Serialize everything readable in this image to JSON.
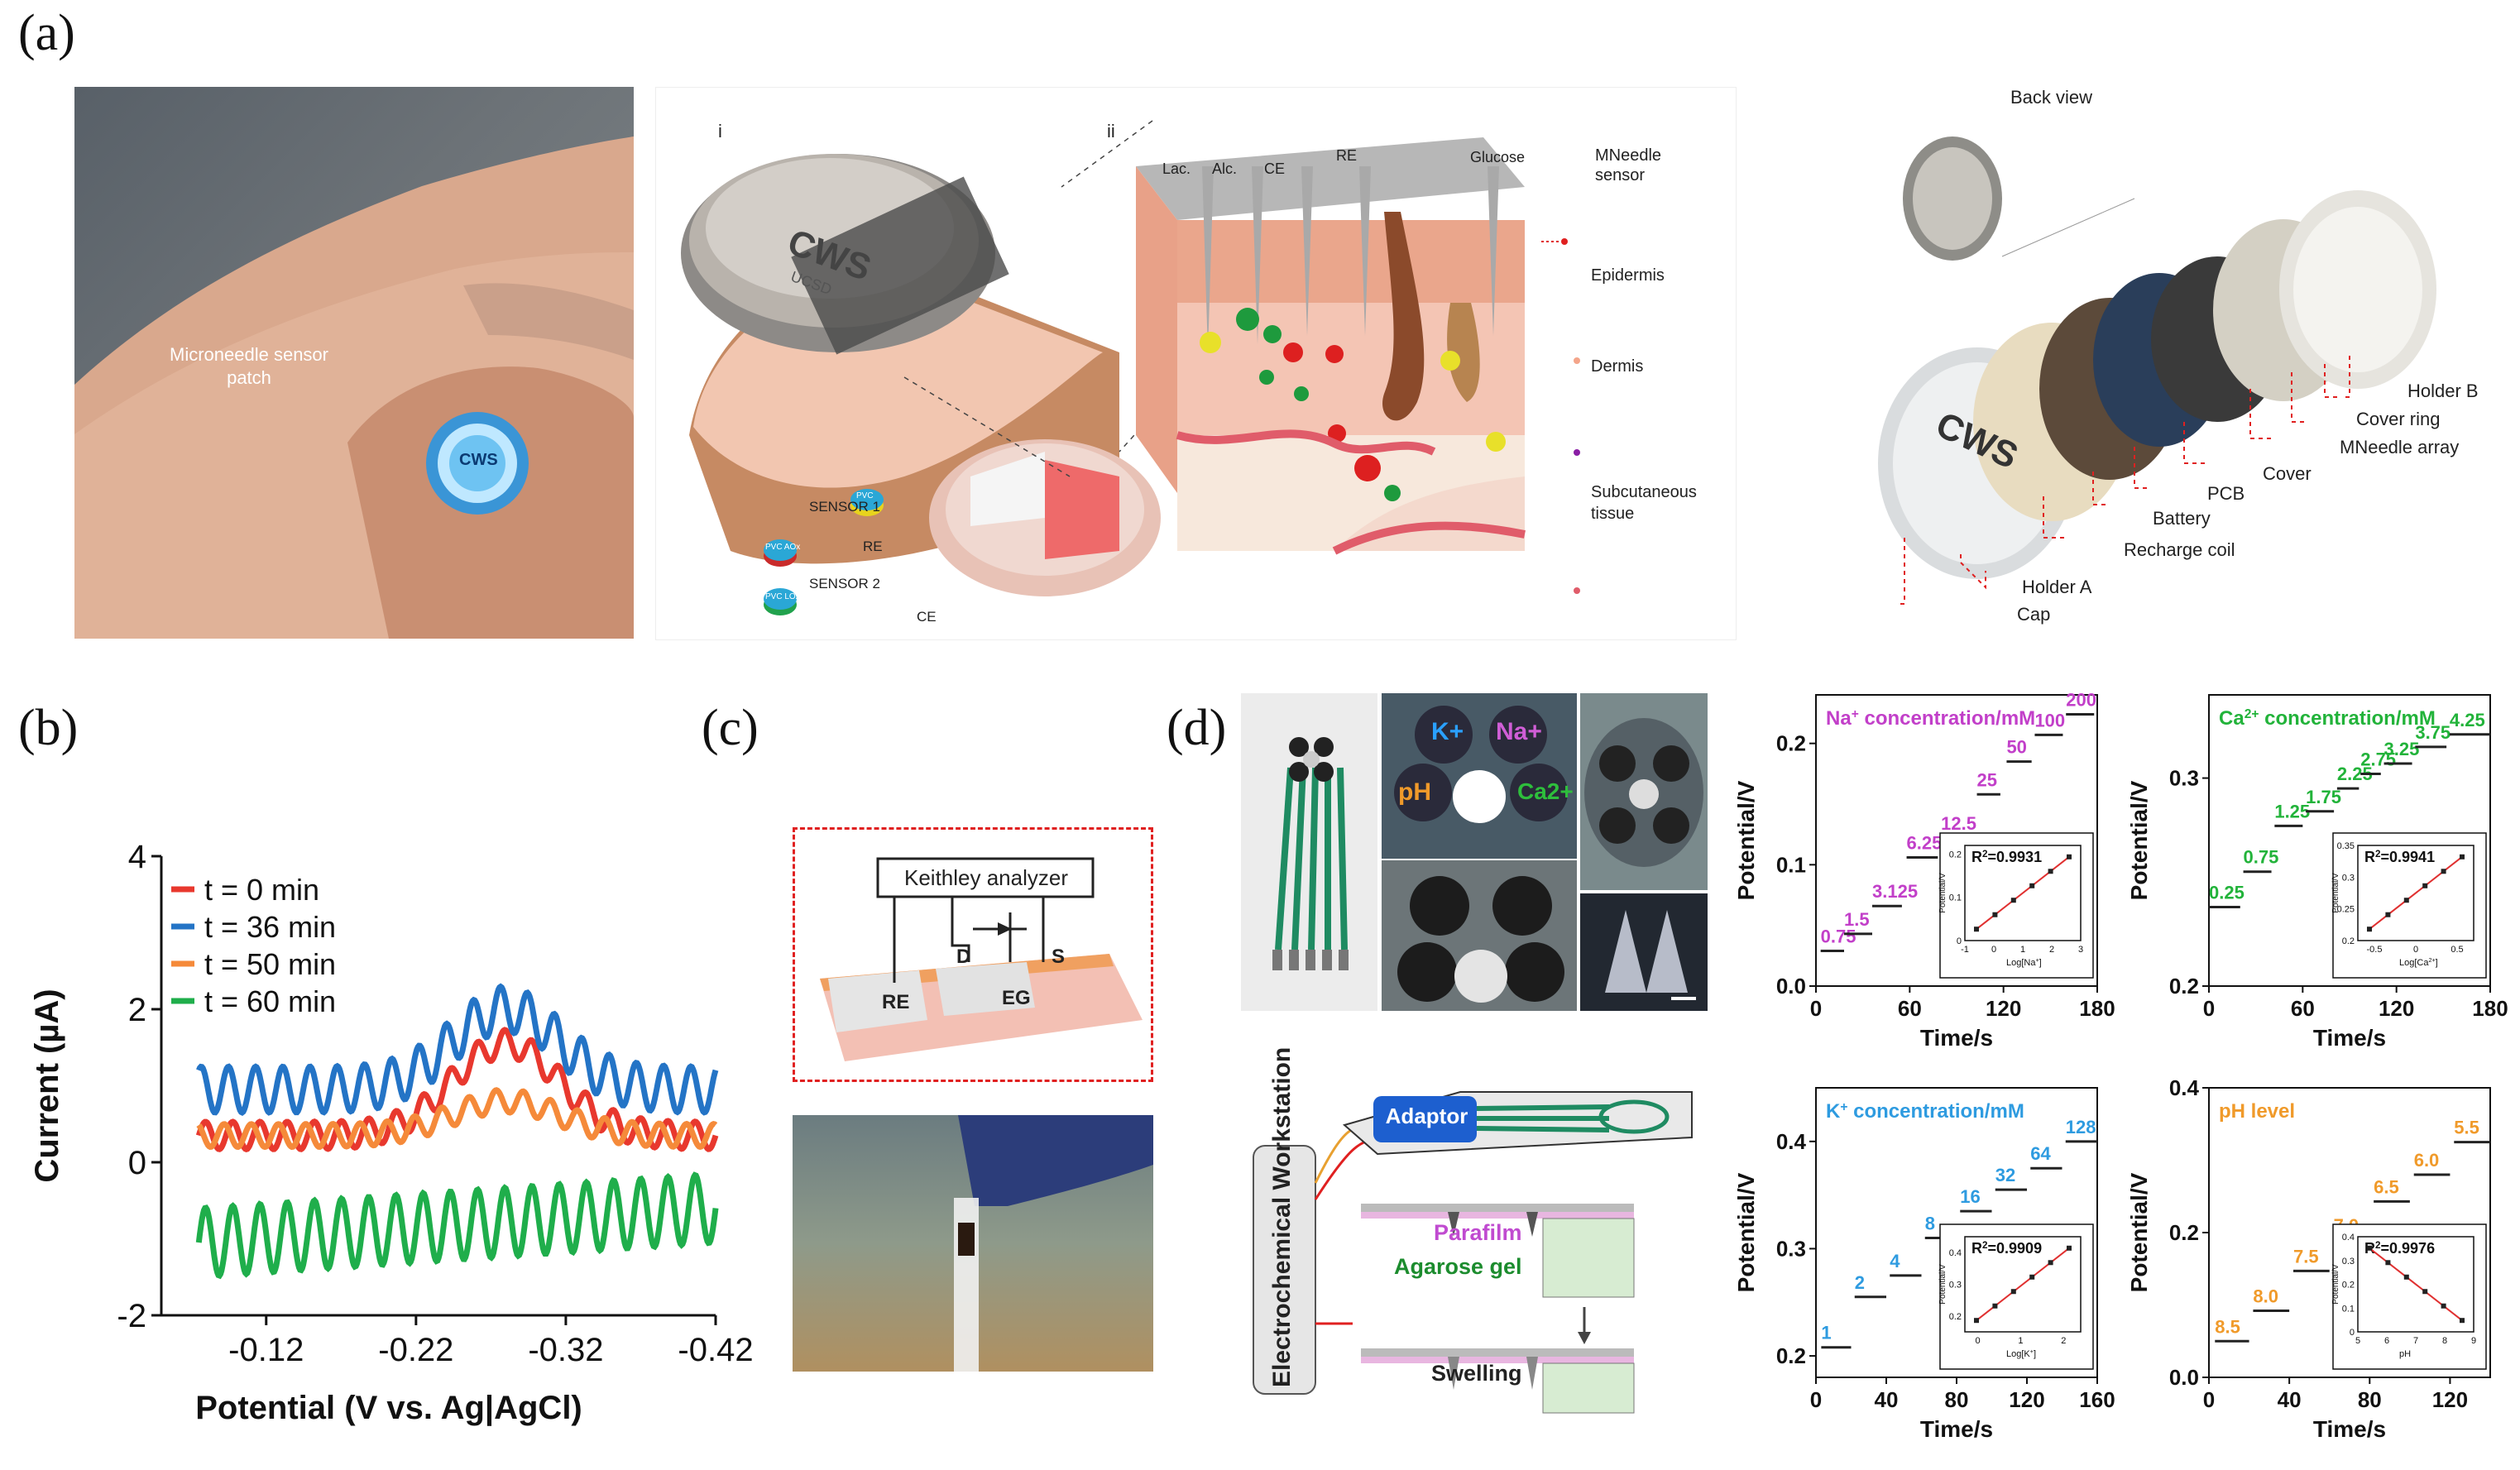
{
  "panels": {
    "a": "(a)",
    "b": "(b)",
    "c": "(c)",
    "d": "(d)"
  },
  "panel_a": {
    "photo_label_line1": "Microneedle sensor",
    "photo_label_line2": "patch",
    "device_text": "CWS",
    "device_subtext": "UCSD",
    "subpanel_i": "i",
    "subpanel_ii": "ii",
    "needles": [
      "Lac.",
      "Alc.",
      "CE",
      "RE",
      "Glucose"
    ],
    "layers": [
      "MNeedle sensor",
      "Epidermis",
      "Dermis",
      "Subcutaneous tissue"
    ],
    "electrodes": [
      "SENSOR 1",
      "RE",
      "SENSOR 2",
      "CE"
    ],
    "pills": [
      "PVC",
      "PVC AOx",
      "PVC LOx"
    ],
    "back_view": "Back view",
    "exploded_labels": [
      "Holder B",
      "Cover ring",
      "MNeedle array",
      "Cover",
      "PCB",
      "Battery",
      "Recharge coil",
      "Holder A",
      "Cap"
    ],
    "colors": {
      "needle": "#b0b0b0",
      "skin": "#e9a98e",
      "dermis": "#f3c9b8",
      "fat": "#f6e6d6",
      "leader": "#e02020"
    }
  },
  "panel_b": {
    "ylabel": "Current (µA)",
    "xlabel": "Potential (V vs. Ag|AgCl)"
  },
  "panel_c": {
    "analyzer": "Keithley analyzer",
    "labels": [
      "D",
      "S",
      "RE",
      "EG"
    ]
  },
  "panel_d": {
    "ions": [
      "K+",
      "Na+",
      "pH",
      "Ca2+"
    ],
    "adaptor": "Adaptor",
    "workstation": "Electrochemical Workstation",
    "parafilm": "Parafilm",
    "agarose": "Agarose gel",
    "swelling": "Swelling"
  },
  "chart_data": [
    {
      "id": "b",
      "type": "line",
      "xlabel": "Potential (V vs. Ag|AgCl)",
      "ylabel": "Current (µA)",
      "xlim": [
        -0.05,
        -0.42
      ],
      "ylim": [
        -2,
        4
      ],
      "xticks": [
        -0.12,
        -0.22,
        -0.32,
        -0.42
      ],
      "yticks": [
        -2,
        0,
        2,
        4
      ],
      "legend": "top-left",
      "series": [
        {
          "name": "t = 0 min",
          "color": "#e8382e",
          "base": 0.35,
          "amp": 0.18,
          "peak": 1.2
        },
        {
          "name": "t = 36 min",
          "color": "#2474c6",
          "base": 0.95,
          "amp": 0.3,
          "peak": 1.05
        },
        {
          "name": "t = 50 min",
          "color": "#f58a3a",
          "base": 0.35,
          "amp": 0.15,
          "peak": 0.45
        },
        {
          "name": "t = 60 min",
          "color": "#1fae4b",
          "base": -1.05,
          "amp": 0.45,
          "peak": 0
        }
      ]
    },
    {
      "id": "d-na",
      "type": "line",
      "title": "Na+ concentration/mM",
      "title_color": "#c23fc9",
      "xlabel": "Time/s",
      "ylabel": "Potential/V",
      "xlim": [
        0,
        180
      ],
      "ylim": [
        0,
        0.24
      ],
      "xticks": [
        0,
        60,
        120,
        180
      ],
      "yticks": [
        0.0,
        0.1,
        0.2
      ],
      "ytick_labels": [
        "0.0",
        "0.1",
        "0.2"
      ],
      "steps": [
        {
          "label": "0.75",
          "y": 0.029,
          "x0": 3,
          "x1": 18
        },
        {
          "label": "1.5",
          "y": 0.043,
          "x0": 18,
          "x1": 36
        },
        {
          "label": "3.125",
          "y": 0.066,
          "x0": 36,
          "x1": 55
        },
        {
          "label": "6.25",
          "y": 0.106,
          "x0": 58,
          "x1": 78
        },
        {
          "label": "12.5",
          "y": 0.122,
          "x0": 80,
          "x1": 100
        },
        {
          "label": "25",
          "y": 0.158,
          "x0": 103,
          "x1": 118
        },
        {
          "label": "50",
          "y": 0.185,
          "x0": 122,
          "x1": 138
        },
        {
          "label": "100",
          "y": 0.207,
          "x0": 140,
          "x1": 158
        },
        {
          "label": "200",
          "y": 0.224,
          "x0": 160,
          "x1": 178
        }
      ],
      "inset": {
        "r2": "R2=0.9931",
        "xlabel": "Log[Na+]",
        "ylabel": "Potential/V",
        "xticks": [
          -1,
          0,
          1,
          2,
          3
        ],
        "yticks": [
          0,
          0.1,
          0.2
        ],
        "xlim": [
          -1,
          3
        ],
        "ylim": [
          0,
          0.22
        ]
      }
    },
    {
      "id": "d-ca",
      "type": "line",
      "title": "Ca2+ concentration/mM",
      "title_color": "#22b33a",
      "xlabel": "Time/s",
      "ylabel": "Potential/V",
      "xlim": [
        0,
        180
      ],
      "ylim": [
        0.2,
        0.34
      ],
      "xticks": [
        0,
        60,
        120,
        180
      ],
      "yticks": [
        0.2,
        0.3
      ],
      "ytick_labels": [
        "0.2",
        "0.3"
      ],
      "steps": [
        {
          "label": "0.25",
          "y": 0.238,
          "x0": 0,
          "x1": 20
        },
        {
          "label": "0.75",
          "y": 0.255,
          "x0": 22,
          "x1": 40
        },
        {
          "label": "1.25",
          "y": 0.277,
          "x0": 42,
          "x1": 60
        },
        {
          "label": "1.75",
          "y": 0.284,
          "x0": 62,
          "x1": 80
        },
        {
          "label": "2.25",
          "y": 0.295,
          "x0": 82,
          "x1": 96
        },
        {
          "label": "2.75",
          "y": 0.302,
          "x0": 97,
          "x1": 110
        },
        {
          "label": "3.25",
          "y": 0.307,
          "x0": 112,
          "x1": 130
        },
        {
          "label": "3.75",
          "y": 0.315,
          "x0": 132,
          "x1": 152
        },
        {
          "label": "4.25",
          "y": 0.321,
          "x0": 154,
          "x1": 180
        }
      ],
      "inset": {
        "r2": "R2=0.9941",
        "xlabel": "Log[Ca2+]",
        "ylabel": "Potential/V",
        "xticks": [
          -0.5,
          0.0,
          0.5
        ],
        "yticks": [
          0.2,
          0.25,
          0.3,
          0.35
        ],
        "xlim": [
          -0.7,
          0.7
        ],
        "ylim": [
          0.2,
          0.35
        ]
      }
    },
    {
      "id": "d-k",
      "type": "line",
      "title": "K+ concentration/mM",
      "title_color": "#2e9be0",
      "xlabel": "Time/s",
      "ylabel": "Potential/V",
      "xlim": [
        0,
        160
      ],
      "ylim": [
        0.18,
        0.45
      ],
      "xticks": [
        0,
        40,
        80,
        120,
        160
      ],
      "yticks": [
        0.2,
        0.3,
        0.4
      ],
      "ytick_labels": [
        "0.2",
        "0.3",
        "0.4"
      ],
      "steps": [
        {
          "label": "1",
          "y": 0.208,
          "x0": 3,
          "x1": 20
        },
        {
          "label": "2",
          "y": 0.255,
          "x0": 22,
          "x1": 40
        },
        {
          "label": "4",
          "y": 0.275,
          "x0": 42,
          "x1": 60
        },
        {
          "label": "8",
          "y": 0.31,
          "x0": 62,
          "x1": 80
        },
        {
          "label": "16",
          "y": 0.335,
          "x0": 82,
          "x1": 100
        },
        {
          "label": "32",
          "y": 0.355,
          "x0": 102,
          "x1": 120
        },
        {
          "label": "64",
          "y": 0.375,
          "x0": 122,
          "x1": 140
        },
        {
          "label": "128",
          "y": 0.4,
          "x0": 142,
          "x1": 160
        }
      ],
      "inset": {
        "r2": "R2=0.9909",
        "xlabel": "Log[K+]",
        "ylabel": "Potential/V",
        "xticks": [
          0,
          1,
          2
        ],
        "yticks": [
          0.2,
          0.3,
          0.4
        ],
        "xlim": [
          -0.3,
          2.4
        ],
        "ylim": [
          0.15,
          0.45
        ]
      }
    },
    {
      "id": "d-ph",
      "type": "line",
      "title": "pH level",
      "title_color": "#f09a2a",
      "xlabel": "Time/s",
      "ylabel": "Potential/V",
      "xlim": [
        0,
        140
      ],
      "ylim": [
        0,
        0.4
      ],
      "xticks": [
        0,
        40,
        80,
        120
      ],
      "yticks": [
        0.0,
        0.2,
        0.4
      ],
      "ytick_labels": [
        "0.0",
        "0.2",
        "0.4"
      ],
      "steps": [
        {
          "label": "8.5",
          "y": 0.05,
          "x0": 3,
          "x1": 20
        },
        {
          "label": "8.0",
          "y": 0.092,
          "x0": 22,
          "x1": 40
        },
        {
          "label": "7.5",
          "y": 0.147,
          "x0": 42,
          "x1": 60
        },
        {
          "label": "7.0",
          "y": 0.19,
          "x0": 62,
          "x1": 80
        },
        {
          "label": "6.5",
          "y": 0.243,
          "x0": 82,
          "x1": 100
        },
        {
          "label": "6.0",
          "y": 0.28,
          "x0": 102,
          "x1": 120
        },
        {
          "label": "5.5",
          "y": 0.325,
          "x0": 122,
          "x1": 140
        }
      ],
      "inset": {
        "r2": "R2=0.9976",
        "xlabel": "pH",
        "ylabel": "Potential/V",
        "xticks": [
          5,
          6,
          7,
          8,
          9
        ],
        "yticks": [
          0.0,
          0.1,
          0.2,
          0.3,
          0.4
        ],
        "xlim": [
          5,
          9
        ],
        "ylim": [
          0,
          0.4
        ]
      }
    }
  ]
}
